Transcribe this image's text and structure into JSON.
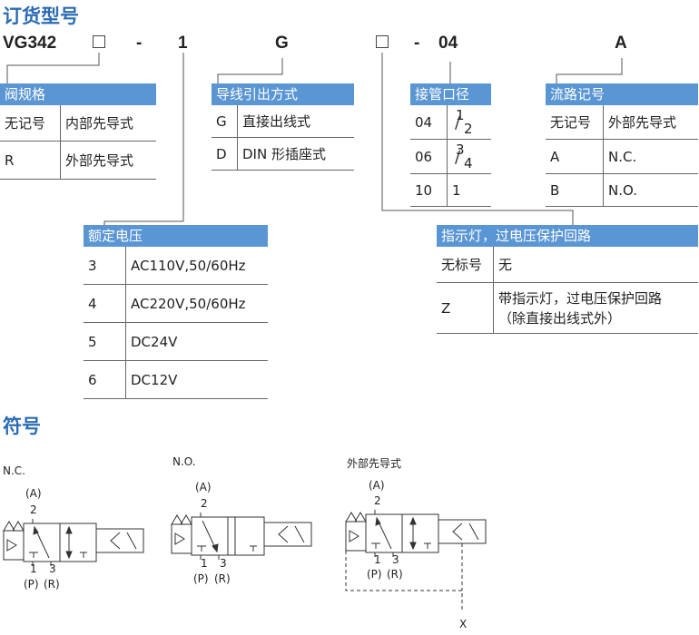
{
  "section_order": "订货型号",
  "section_symbol": "符号",
  "model": {
    "prefix": "VG342",
    "dash1": "-",
    "c1": "1",
    "c2": "G",
    "dash2": "-",
    "c3": "04",
    "c4": "A"
  },
  "t_valve": {
    "title": "阀规格",
    "rows": [
      [
        "无记号",
        "内部先导式"
      ],
      [
        "R",
        "外部先导式"
      ]
    ]
  },
  "t_wire": {
    "title": "导线引出方式",
    "rows": [
      [
        "G",
        "直接出线式"
      ],
      [
        "D",
        "DIN 形插座式"
      ]
    ]
  },
  "t_port": {
    "title": "接管口径",
    "rows": [
      [
        "04",
        "1",
        "2"
      ],
      [
        "06",
        "3",
        "4"
      ],
      [
        "10",
        "1",
        ""
      ]
    ]
  },
  "t_flow": {
    "title": "流路记号",
    "rows": [
      [
        "无记号",
        "外部先导式"
      ],
      [
        "A",
        "N.C."
      ],
      [
        "B",
        "N.O."
      ]
    ]
  },
  "t_volt": {
    "title": "额定电压",
    "rows": [
      [
        "3",
        "AC110V,50/60Hz"
      ],
      [
        "4",
        "AC220V,50/60Hz"
      ],
      [
        "5",
        "DC24V"
      ],
      [
        "6",
        "DC12V"
      ]
    ]
  },
  "t_light": {
    "title": "指示灯，过电压保护回路",
    "rows": [
      [
        "无标号",
        "无"
      ],
      [
        "Z",
        "带指示灯，过电压保护回路",
        "（除直接出线式外）"
      ]
    ]
  },
  "symbols": {
    "nc": {
      "title": "N.C.",
      "a": "(A)",
      "n2": "2",
      "n1": "1",
      "n3": "3",
      "p": "(P)",
      "r": "(R)"
    },
    "no": {
      "title": "N.O.",
      "a": "(A)",
      "n2": "2",
      "n1": "1",
      "n3": "3",
      "p": "(P)",
      "r": "(R)"
    },
    "ext": {
      "title": "外部先导式",
      "a": "(A)",
      "n2": "2",
      "n1": "1",
      "n3": "3",
      "p": "(P)",
      "r": "(R)",
      "x": "X"
    }
  }
}
